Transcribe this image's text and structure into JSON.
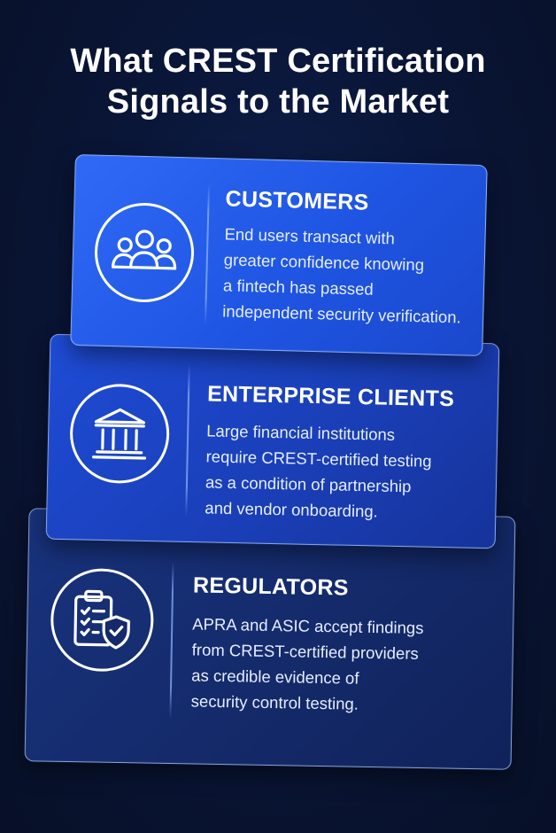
{
  "title": {
    "line1": "What CREST Certification",
    "line2": "Signals to the Market"
  },
  "colors": {
    "background": "#0a1638",
    "card_customers": "#2459ea",
    "card_enterprise": "#1b3fb6",
    "card_regulators": "#15296b",
    "text": "#ffffff"
  },
  "cards": [
    {
      "icon": "users-group-icon",
      "heading": "CUSTOMERS",
      "body": [
        "End users transact with",
        "greater confidence knowing",
        "a fintech has passed",
        "independent security verification."
      ]
    },
    {
      "icon": "bank-building-icon",
      "heading": "ENTERPRISE CLIENTS",
      "body": [
        "Large financial institutions",
        "require CREST-certified testing",
        "as a condition of partnership",
        "and vendor onboarding."
      ]
    },
    {
      "icon": "checklist-shield-icon",
      "heading": "REGULATORS",
      "body": [
        "APRA and ASIC accept findings",
        "from CREST-certified providers",
        "as credible evidence of",
        "security control testing."
      ]
    }
  ]
}
